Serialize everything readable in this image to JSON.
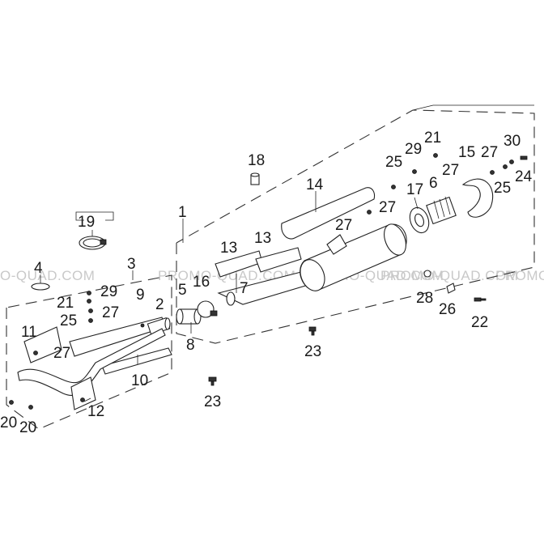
{
  "watermark": {
    "text_left": "O-QUAD.COM",
    "text_center_left": "PROMO-QUAD.COM",
    "text_center": "PROMO-QUAD.COM",
    "text_center_right": "PROMO-QUAD.COM",
    "text_right": "PROMO"
  },
  "callouts": {
    "c1": "1",
    "c2": "2",
    "c3": "3",
    "c4": "4",
    "c5": "5",
    "c6": "6",
    "c7": "7",
    "c8": "8",
    "c9": "9",
    "c10": "10",
    "c11": "11",
    "c12": "12",
    "c13a": "13",
    "c13b": "13",
    "c14": "14",
    "c15": "15",
    "c16": "16",
    "c17": "17",
    "c18": "18",
    "c19": "19",
    "c20a": "20",
    "c20b": "20",
    "c21a": "21",
    "c21b": "21",
    "c22": "22",
    "c23a": "23",
    "c23b": "23",
    "c24": "24",
    "c25a": "25",
    "c25b": "25",
    "c25c": "25",
    "c26": "26",
    "c27a": "27",
    "c27b": "27",
    "c27c": "27",
    "c27d": "27",
    "c27e": "27",
    "c27f": "27",
    "c28": "28",
    "c29a": "29",
    "c29b": "29",
    "c30": "30"
  }
}
